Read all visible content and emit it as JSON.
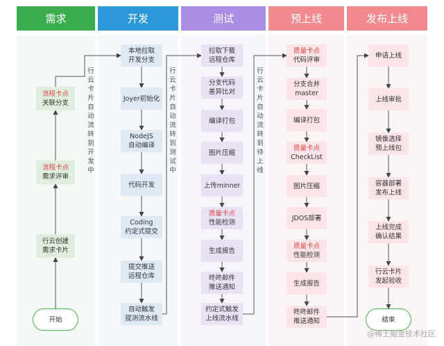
{
  "lanes": [
    {
      "title": "需求",
      "color": "#3aae4e",
      "bg": "#f5f9f5"
    },
    {
      "title": "开发",
      "color": "#2b98d9",
      "bg": "#f5f8fb"
    },
    {
      "title": "测试",
      "color": "#ab8de3",
      "bg": "#f7f5fb"
    },
    {
      "title": "预上线",
      "color": "#f08a8f",
      "bg": "#fcf5f5"
    },
    {
      "title": "发布上线",
      "color": "#f08a8f",
      "bg": "#fcf5f5"
    }
  ],
  "nodes": {
    "req": [
      {
        "lines": [
          "流程卡点",
          "关联分支"
        ],
        "hl": 0
      },
      {
        "lines": [
          "流程卡点",
          "需求评审"
        ],
        "hl": 0
      },
      {
        "lines": [
          "行云创建",
          "需求卡片"
        ]
      },
      {
        "lines": [
          "开始"
        ]
      }
    ],
    "dev": [
      {
        "lines": [
          "本地拉取",
          "开发分支"
        ]
      },
      {
        "lines": [
          "Joyer初始化"
        ]
      },
      {
        "lines": [
          "NodeJS",
          "自动编译"
        ]
      },
      {
        "lines": [
          "代码开发"
        ]
      },
      {
        "lines": [
          "Coding",
          "约定式提交"
        ]
      },
      {
        "lines": [
          "提交推送",
          "远程仓库"
        ]
      },
      {
        "lines": [
          "自动触发",
          "提测流水线"
        ]
      }
    ],
    "test": [
      {
        "lines": [
          "拉取下载",
          "远程仓库"
        ]
      },
      {
        "lines": [
          "分支代码",
          "差异比对"
        ]
      },
      {
        "lines": [
          "编译打包"
        ]
      },
      {
        "lines": [
          "图片压缩"
        ]
      },
      {
        "lines": [
          "上传minner"
        ]
      },
      {
        "lines": [
          "质量卡点",
          "性能检测"
        ],
        "hl": 0
      },
      {
        "lines": [
          "生成报告"
        ]
      },
      {
        "lines": [
          "咚咚邮件",
          "推送通知"
        ]
      },
      {
        "lines": [
          "约定式触发",
          "上线流水线"
        ]
      }
    ],
    "pre": [
      {
        "lines": [
          "质量卡点",
          "代码评审"
        ],
        "hl": 0
      },
      {
        "lines": [
          "分支合并",
          "master"
        ]
      },
      {
        "lines": [
          "编译打包"
        ]
      },
      {
        "lines": [
          "质量卡点",
          "CheckList"
        ],
        "hl": 0
      },
      {
        "lines": [
          "图片压缩"
        ]
      },
      {
        "lines": [
          "JDOS部署"
        ]
      },
      {
        "lines": [
          "质量卡点",
          "性能检测"
        ],
        "hl": 0
      },
      {
        "lines": [
          "生成报告"
        ]
      },
      {
        "lines": [
          "咚咚邮件",
          "推送通知"
        ]
      }
    ],
    "rel": [
      {
        "lines": [
          "申请上线"
        ]
      },
      {
        "lines": [
          "上线审批"
        ]
      },
      {
        "lines": [
          "镜像选择",
          "预上线包"
        ]
      },
      {
        "lines": [
          "容器部署",
          "发布上线"
        ]
      },
      {
        "lines": [
          "上线完成",
          "确认结果"
        ]
      },
      {
        "lines": [
          "行云卡片",
          "发起验收"
        ]
      },
      {
        "lines": [
          "结束"
        ]
      }
    ]
  },
  "notes": [
    "行云卡片自动流转到开发中",
    "行云卡片自动流转到测试中",
    "行云卡片自动流转到待上线"
  ],
  "watermark": "@稀土掘金技术社区"
}
